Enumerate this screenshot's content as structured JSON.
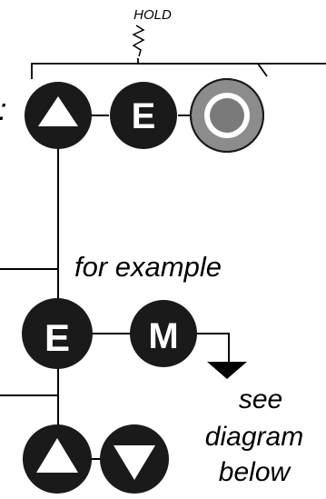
{
  "labels": {
    "hold": "HOLD",
    "colon": ":",
    "for_example": "for example",
    "see_line1": "see",
    "see_line2": "diagram",
    "see_line3": "below"
  },
  "buttons": {
    "up_top": {
      "symbol": "up-triangle"
    },
    "e_top": {
      "letter": "E"
    },
    "ring_top": {
      "symbol": "ring"
    },
    "e_mid": {
      "letter": "E"
    },
    "m_mid": {
      "letter": "M"
    },
    "up_bottom": {
      "symbol": "up-triangle"
    },
    "down_bottom": {
      "symbol": "down-triangle"
    }
  },
  "colors": {
    "button_fill": "#1a1a1a",
    "ring_outer": "#8c8c8c",
    "ring_inner": "#7a7a7a",
    "line": "#000000",
    "text": "#000000",
    "background": "#ffffff"
  },
  "icons": {
    "hold_squiggle": "squiggle-icon",
    "arrow_down": "arrow-down-icon"
  }
}
